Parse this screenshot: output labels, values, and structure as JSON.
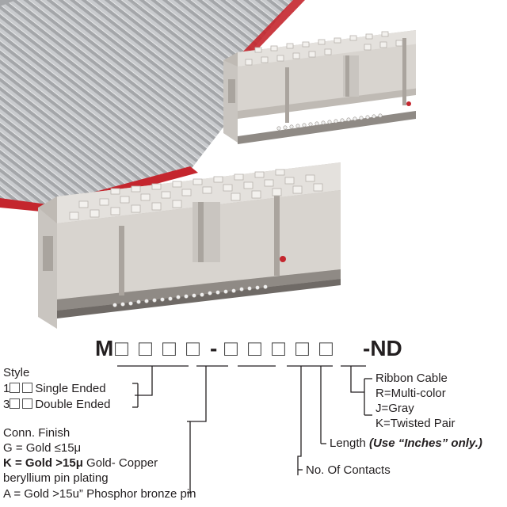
{
  "product_image": {
    "description_name": "ribbon cable assembly with two IDC socket connectors"
  },
  "part_number": {
    "prefix": "M",
    "separator": "-",
    "suffix": "-ND",
    "box_glyph": "□"
  },
  "style": {
    "heading": "Style",
    "option_1_code": "1",
    "option_1_label": "Single Ended",
    "option_2_code": "3",
    "option_2_label": "Double Ended"
  },
  "conn_finish": {
    "heading": "Conn. Finish",
    "g_line": "G = Gold ≤15μ",
    "k_bold": "K = Gold >15μ",
    "k_rest": " Gold- Copper",
    "k_line2": "beryllium pin plating",
    "a_line": "A = Gold >15u” Phosphor bronze pin"
  },
  "contacts": {
    "label": "No. Of Contacts"
  },
  "length": {
    "label": "Length ",
    "note": "(Use “Inches” only.)"
  },
  "ribbon": {
    "heading": "Ribbon Cable",
    "r": "R=Multi-color",
    "j": "J=Gray",
    "k": "K=Twisted Pair"
  },
  "colors": {
    "cable_gray": "#9d9fa2",
    "cable_light": "#d5d7d9",
    "red_stripe": "#c4262e",
    "connector_body": "#d8d4cf",
    "connector_shade": "#bfbab4",
    "text": "#231f20"
  }
}
